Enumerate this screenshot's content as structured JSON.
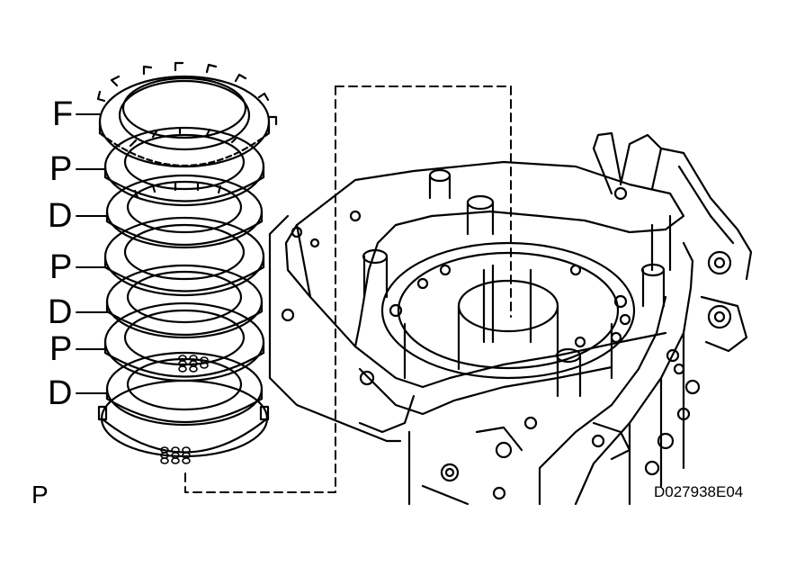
{
  "diagram": {
    "stack_labels": [
      "F",
      "P",
      "D",
      "P",
      "D",
      "P",
      "D"
    ],
    "bottom_left_label": "P",
    "figure_code": "D027938E04"
  }
}
